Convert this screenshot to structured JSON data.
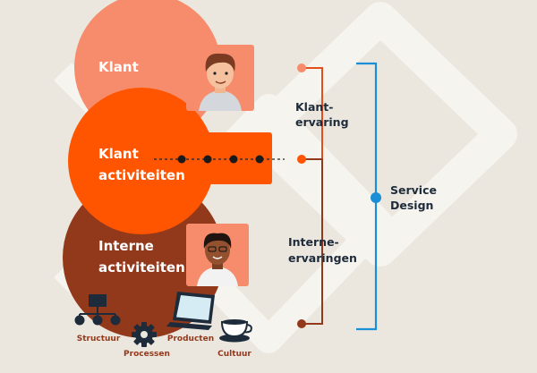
{
  "circles": {
    "klant": {
      "label": "Klant",
      "color": "#f68c6b"
    },
    "activiteiten": {
      "line1": "Klant",
      "line2": "activiteiten",
      "color": "#ff5500"
    },
    "interne": {
      "line1": "Interne",
      "line2": "activiteiten",
      "color": "#93391b"
    }
  },
  "brackets": {
    "klantervaring": {
      "line1": "Klant-",
      "line2": "ervaring"
    },
    "interneervaringen": {
      "line1": "Interne-",
      "line2": "ervaringen"
    },
    "service_design": {
      "line1": "Service",
      "line2": "Design"
    }
  },
  "icons": {
    "structuur": {
      "icon": "org-chart-icon",
      "label": "Structuur"
    },
    "processen": {
      "icon": "gear-icon",
      "label": "Processen"
    },
    "producten": {
      "icon": "laptop-icon",
      "label": "Producten"
    },
    "cultuur": {
      "icon": "coffee-cup-icon",
      "label": "Cultuur"
    }
  },
  "colors": {
    "background": "#ebe7df",
    "accent_blue": "#1a8fd6",
    "text_dark": "#1d2b3a",
    "label_red": "#93391b"
  }
}
